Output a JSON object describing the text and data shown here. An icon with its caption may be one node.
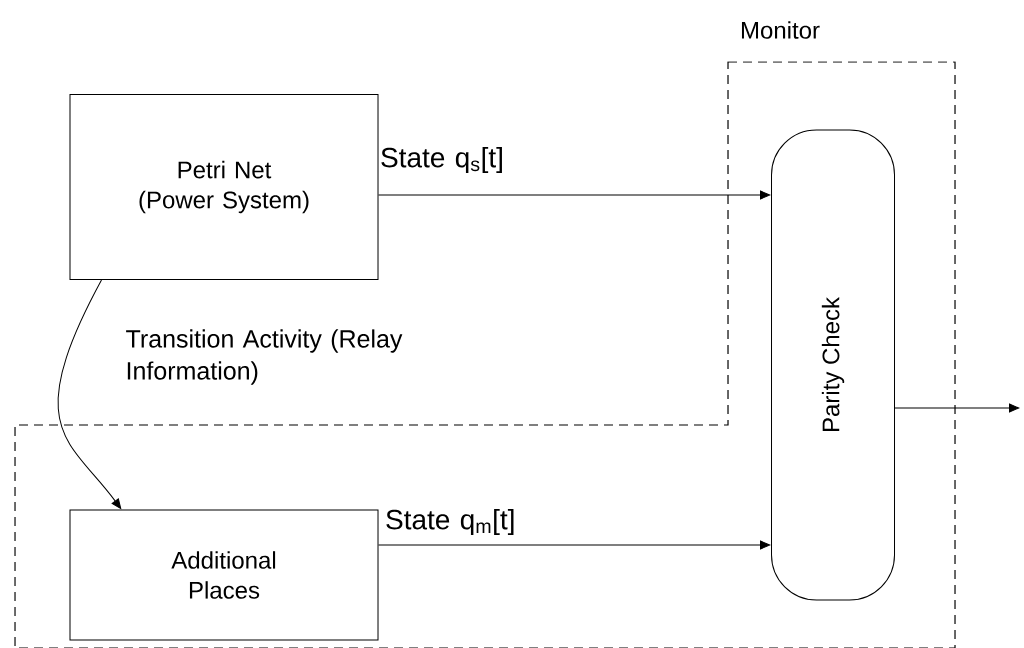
{
  "diagram": {
    "nodes": [
      {
        "text": [
          "Petri Net (Power System)"
        ]
      },
      {
        "text": [
          "Monitor"
        ]
      },
      {
        "text": [
          "Parity Check"
        ],
        "in": 1
      },
      {
        "text": [
          "Additional Places"
        ],
        "in": 1
      }
    ],
    "edges": [
      {
        "from": 0,
        "to": 2,
        "arrow": "to",
        "label": "State q$_{s}$[t]"
      },
      {
        "from": 0,
        "to": 3,
        "arrow": "to",
        "label": "Transition Activity (Relay Information)"
      },
      {
        "from": 3,
        "to": 2,
        "arrow": "to",
        "label": "State q$_{m}$[t]"
      },
      {
        "from": 2,
        "to": null,
        "arrow": "to"
      }
    ]
  }
}
